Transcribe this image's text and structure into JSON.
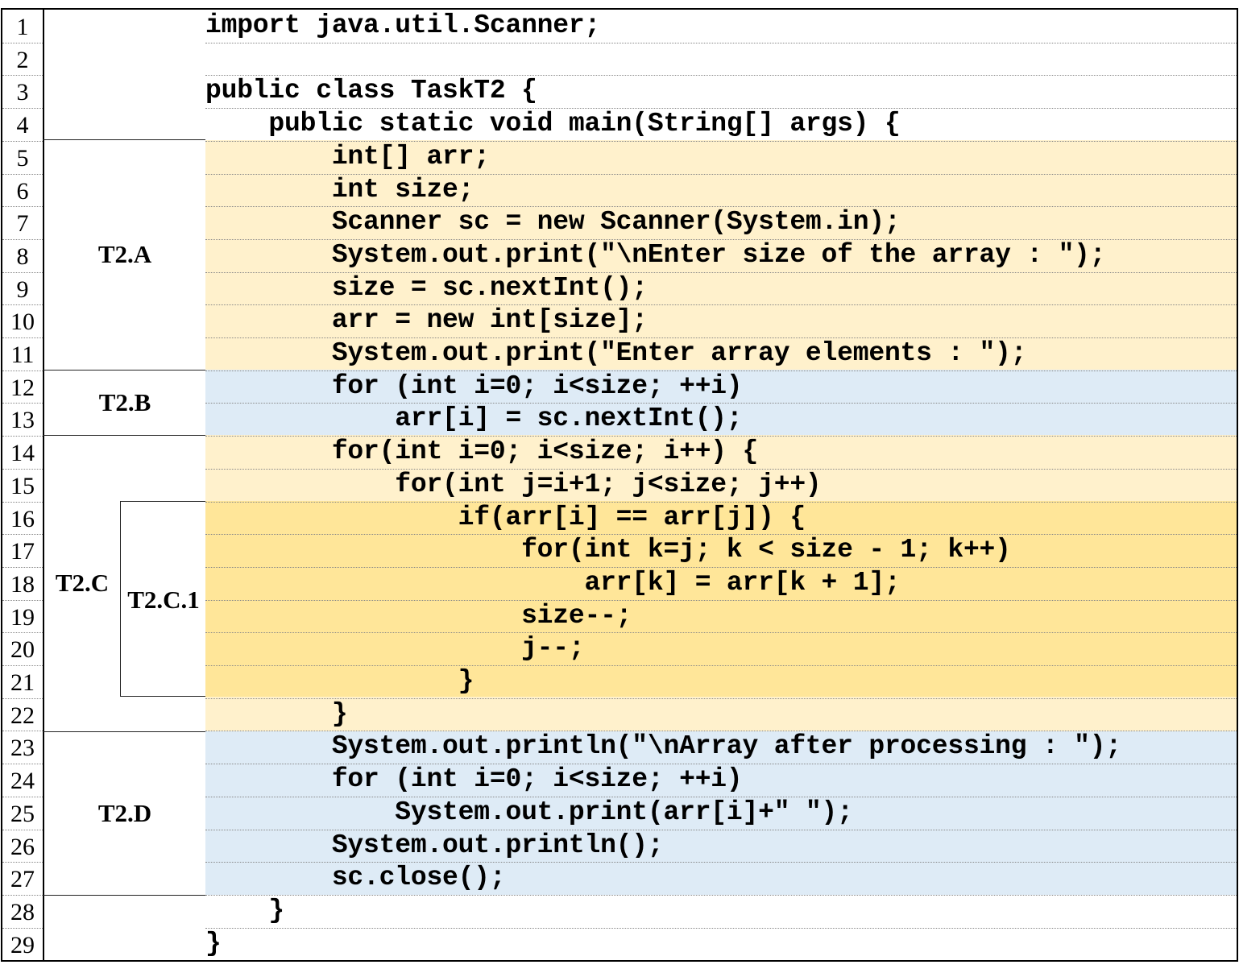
{
  "lines": [
    {
      "n": "1",
      "code": "import java.util.Scanner;"
    },
    {
      "n": "2",
      "code": ""
    },
    {
      "n": "3",
      "code": "public class TaskT2 {"
    },
    {
      "n": "4",
      "code": "    public static void main(String[] args) {"
    },
    {
      "n": "5",
      "code": "        int[] arr;"
    },
    {
      "n": "6",
      "code": "        int size;"
    },
    {
      "n": "7",
      "code": "        Scanner sc = new Scanner(System.in);"
    },
    {
      "n": "8",
      "code": "        System.out.print(\"\\nEnter size of the array : \");"
    },
    {
      "n": "9",
      "code": "        size = sc.nextInt();"
    },
    {
      "n": "10",
      "code": "        arr = new int[size];"
    },
    {
      "n": "11",
      "code": "        System.out.print(\"Enter array elements : \");"
    },
    {
      "n": "12",
      "code": "        for (int i=0; i<size; ++i)"
    },
    {
      "n": "13",
      "code": "            arr[i] = sc.nextInt();"
    },
    {
      "n": "14",
      "code": "        for(int i=0; i<size; i++) {"
    },
    {
      "n": "15",
      "code": "            for(int j=i+1; j<size; j++)"
    },
    {
      "n": "16",
      "code": "                if(arr[i] == arr[j]) {"
    },
    {
      "n": "17",
      "code": "                    for(int k=j; k < size - 1; k++)"
    },
    {
      "n": "18",
      "code": "                        arr[k] = arr[k + 1];"
    },
    {
      "n": "19",
      "code": "                    size--;"
    },
    {
      "n": "20",
      "code": "                    j--;"
    },
    {
      "n": "21",
      "code": "                }"
    },
    {
      "n": "22",
      "code": "        }"
    },
    {
      "n": "23",
      "code": "        System.out.println(\"\\nArray after processing : \");"
    },
    {
      "n": "24",
      "code": "        for (int i=0; i<size; ++i)"
    },
    {
      "n": "25",
      "code": "            System.out.print(arr[i]+\" \");"
    },
    {
      "n": "26",
      "code": "        System.out.println();"
    },
    {
      "n": "27",
      "code": "        sc.close();"
    },
    {
      "n": "28",
      "code": "    }"
    },
    {
      "n": "29",
      "code": "}"
    }
  ],
  "sections": {
    "a": "T2.A",
    "b": "T2.B",
    "c": "T2.C",
    "c1": "T2.C.1",
    "d": "T2.D"
  },
  "colors": {
    "light_yellow": "#fff1cc",
    "dark_yellow": "#ffe699",
    "light_blue": "#deebf6"
  }
}
